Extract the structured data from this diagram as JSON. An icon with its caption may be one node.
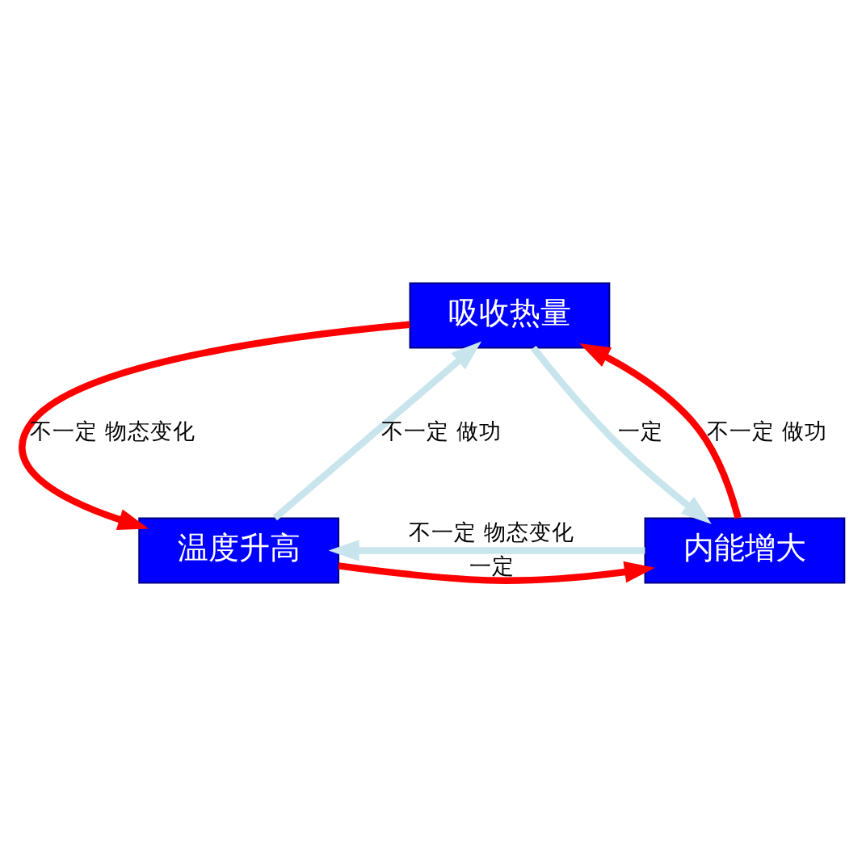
{
  "diagram": {
    "nodes": [
      {
        "text": [
          "吸收热量"
        ]
      },
      {
        "text": [
          "温度升高"
        ]
      },
      {
        "text": [
          "内能增大"
        ]
      }
    ],
    "edges": [
      {
        "from": 0,
        "to": 1,
        "arrow": "to",
        "label": "不一定 物态变化",
        "color": "#ff0000"
      },
      {
        "from": 1,
        "to": 0,
        "arrow": "to",
        "label": "不一定 做功",
        "color": "#c8e4ec"
      },
      {
        "from": 0,
        "to": 2,
        "arrow": "to",
        "label": "一定",
        "color": "#c8e4ec"
      },
      {
        "from": 2,
        "to": 0,
        "arrow": "to",
        "label": "不一定 做功",
        "color": "#ff0000"
      },
      {
        "from": 2,
        "to": 1,
        "arrow": "to",
        "label": "不一定 物态变化",
        "color": "#c8e4ec"
      },
      {
        "from": 1,
        "to": 2,
        "arrow": "to",
        "label": "一定",
        "color": "#ff0000"
      }
    ]
  }
}
